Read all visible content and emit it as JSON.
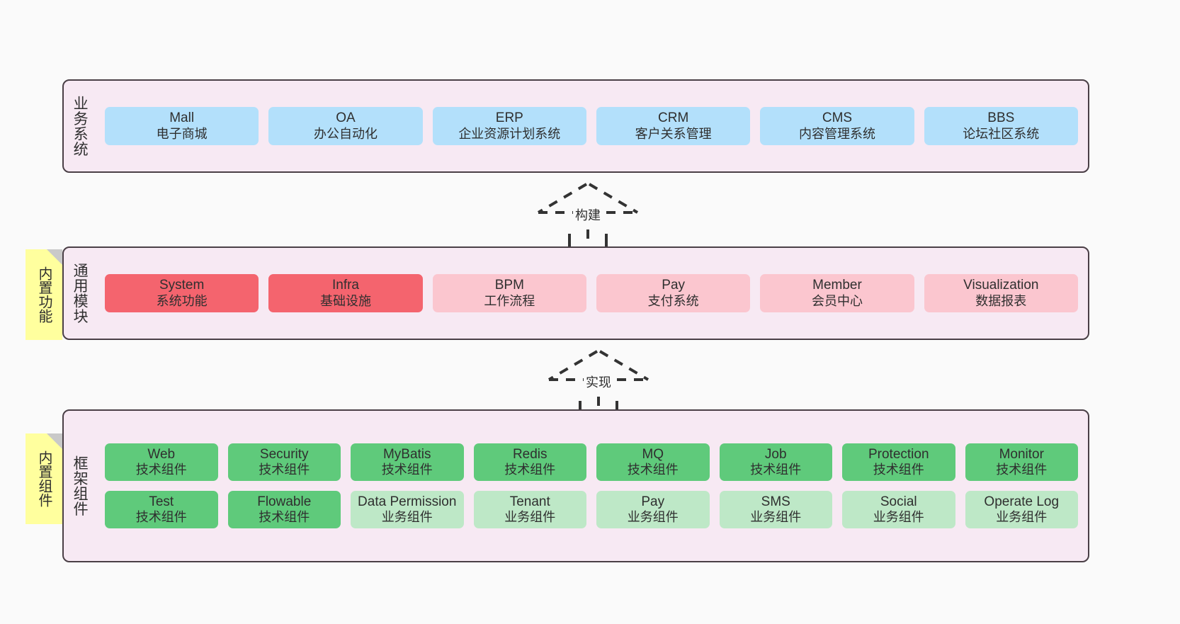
{
  "layers": [
    {
      "id": "business-system",
      "label": "业务系统",
      "tag": null,
      "rows": [
        {
          "cards": [
            {
              "title": "Mall",
              "subtitle": "电子商城",
              "color": "c-blue"
            },
            {
              "title": "OA",
              "subtitle": "办公自动化",
              "color": "c-blue"
            },
            {
              "title": "ERP",
              "subtitle": "企业资源计划系统",
              "color": "c-blue"
            },
            {
              "title": "CRM",
              "subtitle": "客户关系管理",
              "color": "c-blue"
            },
            {
              "title": "CMS",
              "subtitle": "内容管理系统",
              "color": "c-blue"
            },
            {
              "title": "BBS",
              "subtitle": "论坛社区系统",
              "color": "c-blue"
            }
          ]
        }
      ]
    },
    {
      "id": "common-module",
      "label": "通用模块",
      "tag": "内置功能",
      "rows": [
        {
          "cards": [
            {
              "title": "System",
              "subtitle": "系统功能",
              "color": "c-red"
            },
            {
              "title": "Infra",
              "subtitle": "基础设施",
              "color": "c-red"
            },
            {
              "title": "BPM",
              "subtitle": "工作流程",
              "color": "c-pink"
            },
            {
              "title": "Pay",
              "subtitle": "支付系统",
              "color": "c-pink"
            },
            {
              "title": "Member",
              "subtitle": "会员中心",
              "color": "c-pink"
            },
            {
              "title": "Visualization",
              "subtitle": "数据报表",
              "color": "c-pink"
            }
          ]
        }
      ]
    },
    {
      "id": "framework-component",
      "label": "框架组件",
      "tag": "内置组件",
      "rows": [
        {
          "cards": [
            {
              "title": "Web",
              "subtitle": "技术组件",
              "color": "c-green"
            },
            {
              "title": "Security",
              "subtitle": "技术组件",
              "color": "c-green"
            },
            {
              "title": "MyBatis",
              "subtitle": "技术组件",
              "color": "c-green"
            },
            {
              "title": "Redis",
              "subtitle": "技术组件",
              "color": "c-green"
            },
            {
              "title": "MQ",
              "subtitle": "技术组件",
              "color": "c-green"
            },
            {
              "title": "Job",
              "subtitle": "技术组件",
              "color": "c-green"
            },
            {
              "title": "Protection",
              "subtitle": "技术组件",
              "color": "c-green"
            },
            {
              "title": "Monitor",
              "subtitle": "技术组件",
              "color": "c-green"
            }
          ]
        },
        {
          "cards": [
            {
              "title": "Test",
              "subtitle": "技术组件",
              "color": "c-green"
            },
            {
              "title": "Flowable",
              "subtitle": "技术组件",
              "color": "c-green"
            },
            {
              "title": "Data Permission",
              "subtitle": "业务组件",
              "color": "c-lightgreen"
            },
            {
              "title": "Tenant",
              "subtitle": "业务组件",
              "color": "c-lightgreen"
            },
            {
              "title": "Pay",
              "subtitle": "业务组件",
              "color": "c-lightgreen"
            },
            {
              "title": "SMS",
              "subtitle": "业务组件",
              "color": "c-lightgreen"
            },
            {
              "title": "Social",
              "subtitle": "业务组件",
              "color": "c-lightgreen"
            },
            {
              "title": "Operate Log",
              "subtitle": "业务组件",
              "color": "c-lightgreen"
            }
          ]
        }
      ]
    }
  ],
  "connectors": [
    {
      "id": "build",
      "label": "构建"
    },
    {
      "id": "implement",
      "label": "实现"
    }
  ],
  "colors": {
    "panel_bg": "#f7e9f3",
    "panel_border": "#4a3f46",
    "blue": "#b3e0fb",
    "red": "#f4646e",
    "pink": "#fbc6cf",
    "green": "#5fca7b",
    "light_green": "#bee8c7",
    "note_yellow": "#ffff9e",
    "note_fold": "#c9c9c9",
    "canvas_bg": "#fafafa"
  }
}
